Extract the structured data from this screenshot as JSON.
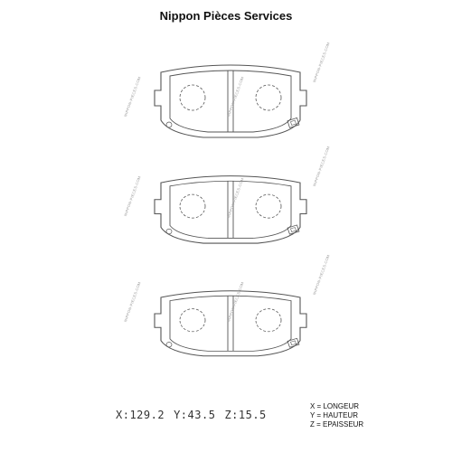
{
  "header": {
    "title": "Nippon Pièces Services"
  },
  "dimensions": {
    "x": "X:129.2",
    "y": "Y:43.5",
    "z": "Z:15.5"
  },
  "legend": {
    "x": "X = LONGEUR",
    "y": "Y = HAUTEUR",
    "z": "Z = EPAISSEUR"
  },
  "watermark": {
    "text": "NIPPON-PIECES.COM"
  },
  "colors": {
    "line": "#555555",
    "text": "#111111"
  }
}
